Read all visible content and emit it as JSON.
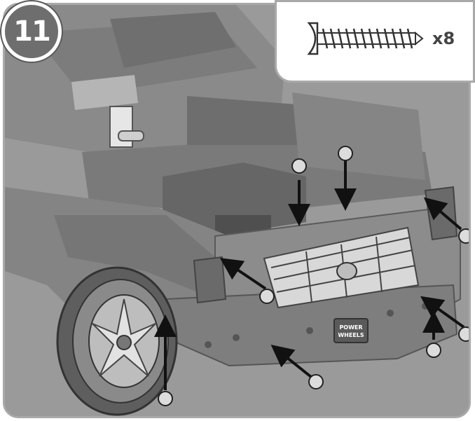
{
  "step": {
    "number": "11"
  },
  "parts": {
    "icon": "screw-icon",
    "quantity": "x8"
  },
  "vehicle": {
    "badge_text": "POWER WHEELS"
  },
  "colors": {
    "body": "#8f8f8f",
    "dark": "#5a5a5a",
    "frame": "#a9a9a9",
    "grille": "#d8d8d8"
  }
}
